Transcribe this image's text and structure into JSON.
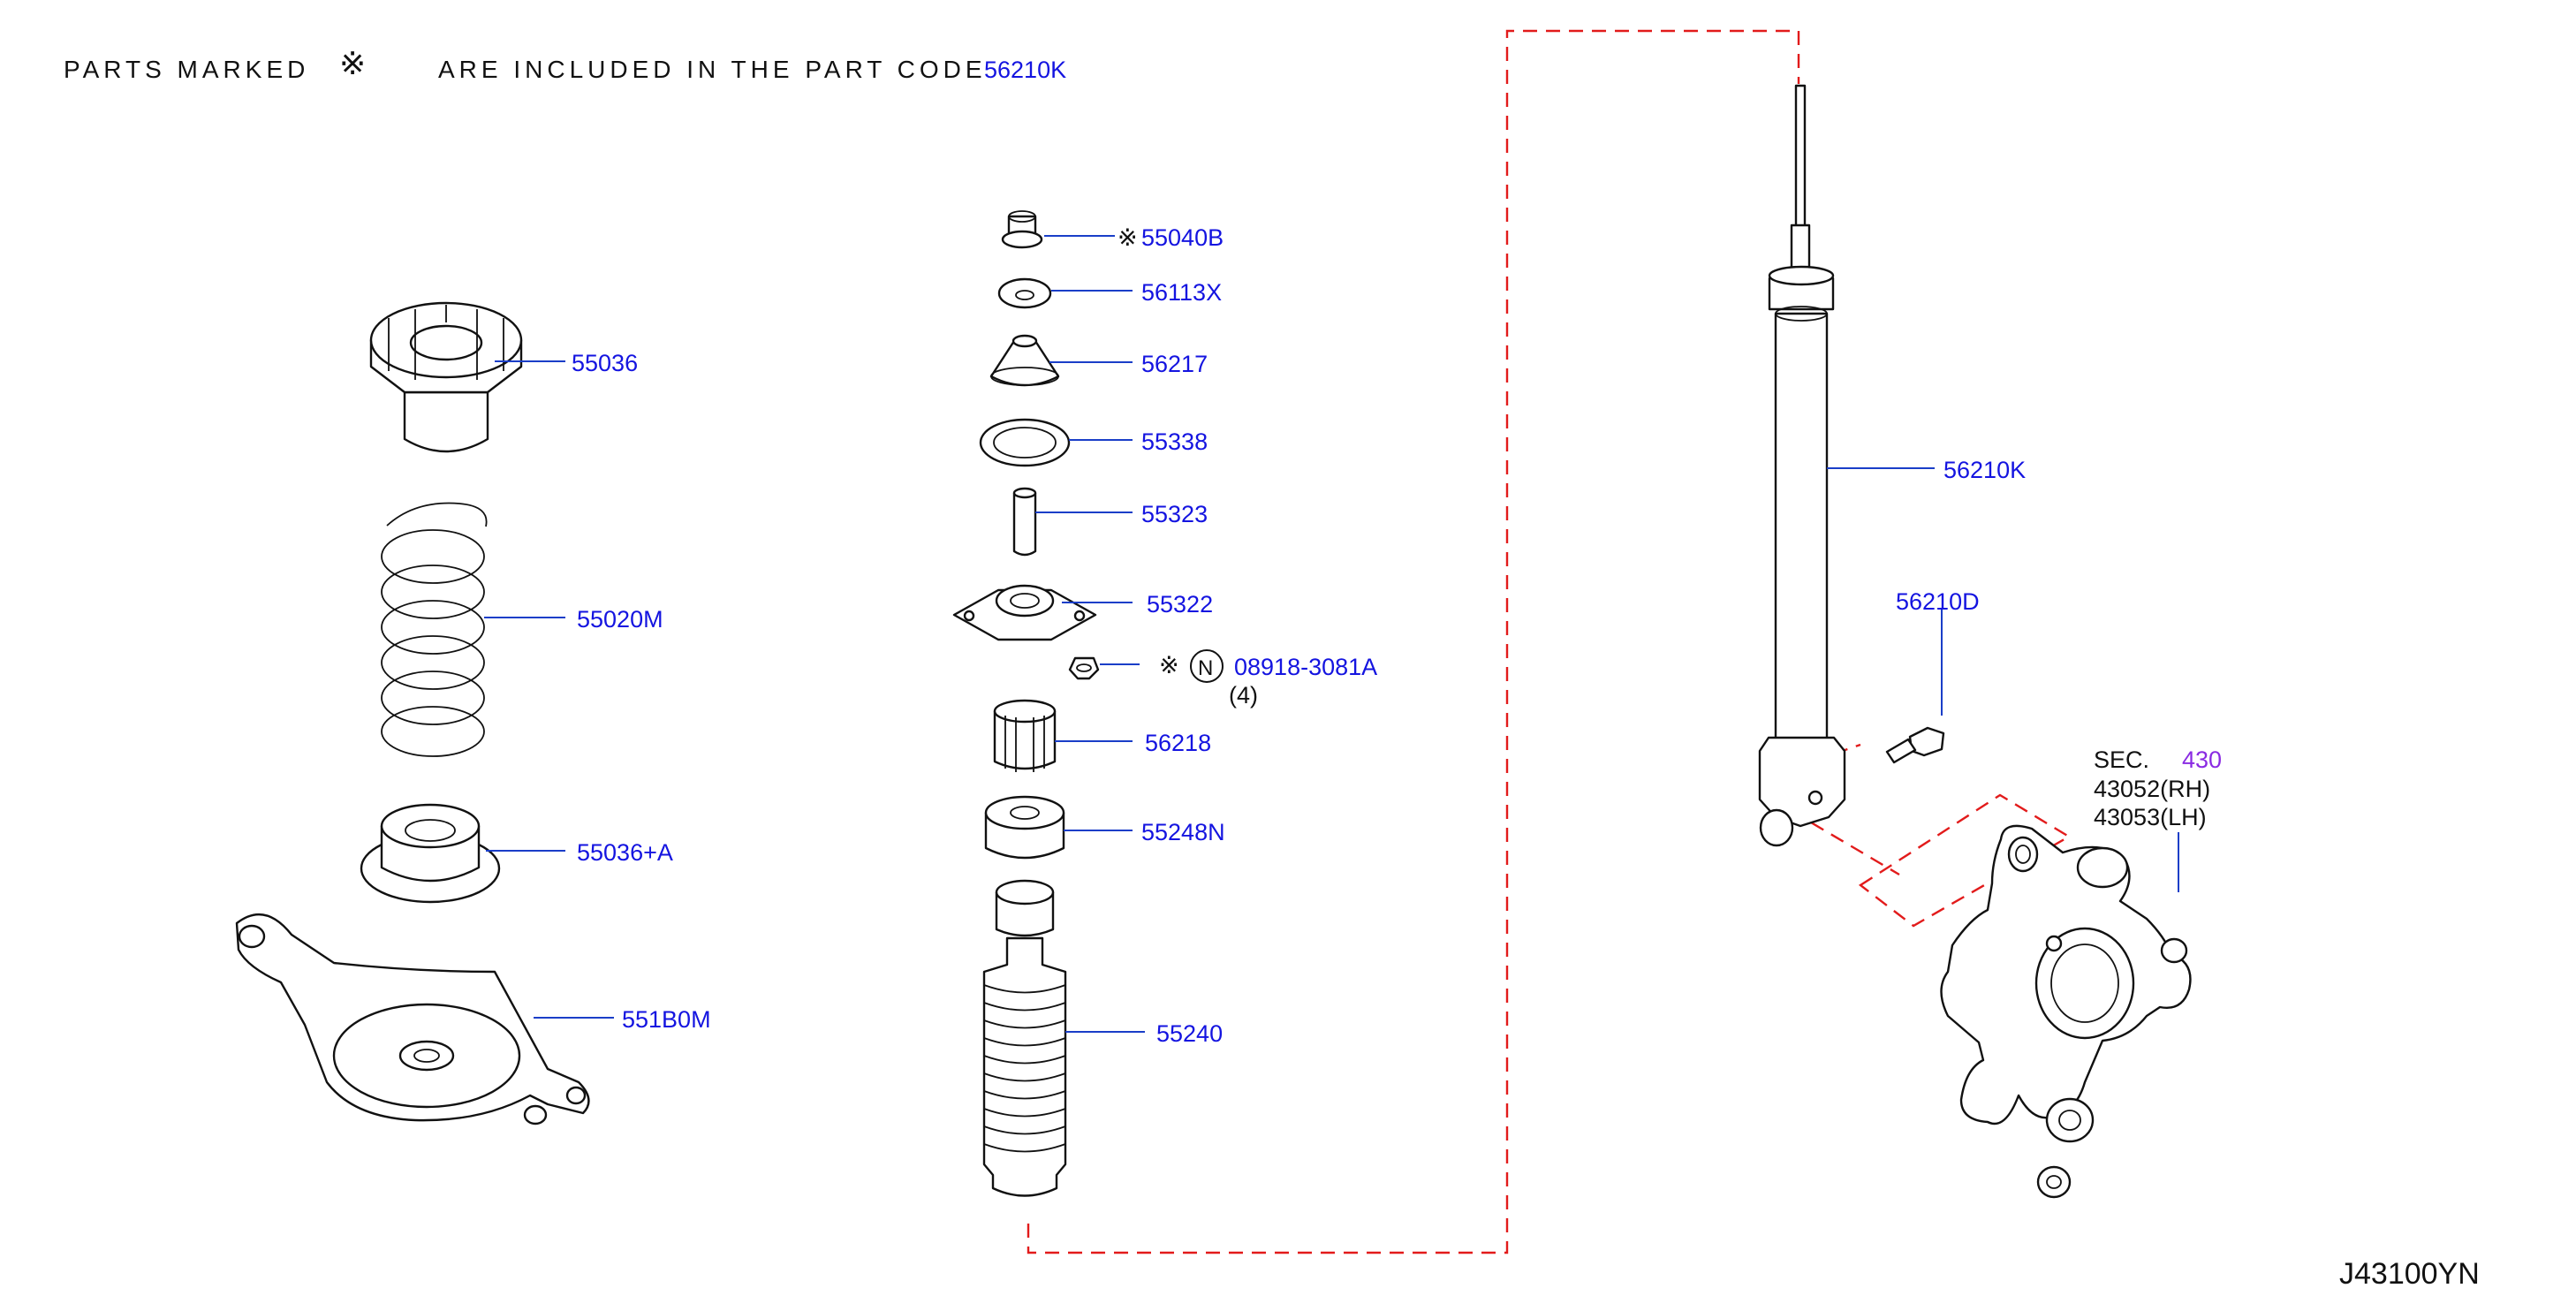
{
  "header": {
    "text": "PARTS  MARKED",
    "symbol": "※",
    "text2": "ARE  INCLUDED  IN  THE  PART  CODE",
    "code": "56210K"
  },
  "labels": {
    "p55036": "55036",
    "p55020M": "55020M",
    "p55036A": "55036+A",
    "p551B0M": "551B0M",
    "p55040B": "55040B",
    "p56113X": "56113X",
    "p56217": "56217",
    "p55338": "55338",
    "p55323": "55323",
    "p55322": "55322",
    "p08918": "08918-3081A",
    "qty08918": "(4)",
    "nutMark": "N",
    "p56218": "56218",
    "p55248N": "55248N",
    "p55240": "55240",
    "p56210K": "56210K",
    "p56210D": "56210D",
    "sec": "SEC.",
    "secNum": "430",
    "p43052": "43052(RH)",
    "p43053": "43053(LH)",
    "mark": "※"
  },
  "diagram_id": "J43100YN",
  "colors": {
    "label": "#1414e0",
    "leader": "#1a3ec8",
    "dashed": "#e21b1b",
    "section": "#8a2be2",
    "line": "#111111"
  }
}
